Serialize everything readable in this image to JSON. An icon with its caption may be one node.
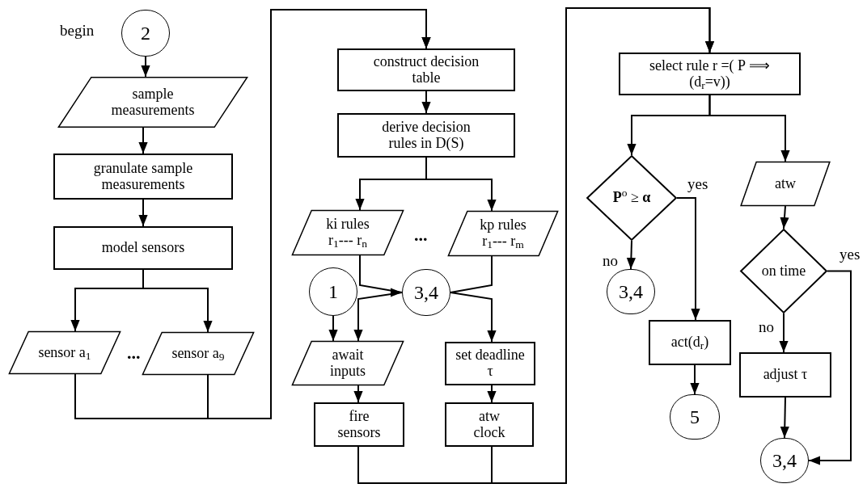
{
  "diagram": {
    "nodes": [
      {
        "text": [
          "2"
        ],
        "beside": [
          "begin"
        ]
      },
      {
        "text": [
          "sample measurements"
        ]
      },
      {
        "text": [
          "granulate sample measurements"
        ]
      },
      {
        "text": [
          "model sensors"
        ]
      },
      {
        "text": [
          "sensor a$_{1}$"
        ]
      },
      {
        "text": [
          "sensor a$_{9}$"
        ]
      },
      {
        "text": [
          "construct decision table"
        ]
      },
      {
        "text": [
          "derive decision rules in D(S)"
        ]
      },
      {
        "text": [
          "ki rules r$_{1}$--- r$_{n}$"
        ]
      },
      {
        "text": [
          "kp rules r$_{1}$--- r$_{m}$"
        ]
      },
      {
        "text": [
          "1"
        ]
      },
      {
        "text": [
          "3,4"
        ]
      },
      {
        "text": [
          "await inputs"
        ]
      },
      {
        "text": [
          "set deadline τ"
        ]
      },
      {
        "text": [
          "fire sensors"
        ]
      },
      {
        "text": [
          "atw clock"
        ]
      },
      {
        "text": [
          "select rule r =( P ⟹ (d$_{r}$=v))"
        ]
      },
      {
        "text": [
          "**P**$^{o}$ ≥ **α**"
        ]
      },
      {
        "text": [
          "atw"
        ]
      },
      {
        "text": [
          "3,4"
        ]
      },
      {
        "text": [
          "on time"
        ]
      },
      {
        "text": [
          "act(d$_{r}$)"
        ]
      },
      {
        "text": [
          "5"
        ]
      },
      {
        "text": [
          "adjust τ"
        ]
      },
      {
        "text": [
          "3,4"
        ]
      }
    ],
    "edges": [
      {
        "from": 0,
        "to": 1,
        "arrow": "to"
      },
      {
        "from": 1,
        "to": 2,
        "arrow": "to"
      },
      {
        "from": 2,
        "to": 3,
        "arrow": "to"
      },
      {
        "from": 3,
        "to": 4,
        "arrow": "to"
      },
      {
        "from": 3,
        "to": 5,
        "arrow": "to"
      },
      {
        "from": 4,
        "to": 6,
        "arrow": "to"
      },
      {
        "from": 5,
        "to": 6,
        "arrow": "to"
      },
      {
        "from": 6,
        "to": 7,
        "arrow": "to"
      },
      {
        "from": 7,
        "to": 8,
        "arrow": "to"
      },
      {
        "from": 7,
        "to": 9,
        "arrow": "to"
      },
      {
        "from": 8,
        "to": 11,
        "arrow": "to"
      },
      {
        "from": 9,
        "to": 11,
        "arrow": "to"
      },
      {
        "from": 11,
        "to": 12,
        "arrow": "to"
      },
      {
        "from": 11,
        "to": 13,
        "arrow": "to"
      },
      {
        "from": 10,
        "to": 12,
        "arrow": "to"
      },
      {
        "from": 12,
        "to": 14,
        "arrow": "to"
      },
      {
        "from": 13,
        "to": 15,
        "arrow": "to"
      },
      {
        "from": 14,
        "to": 16,
        "arrow": "to"
      },
      {
        "from": 15,
        "to": 16,
        "arrow": "to"
      },
      {
        "from": 16,
        "to": 17,
        "arrow": "to"
      },
      {
        "from": 16,
        "to": 18,
        "arrow": "to"
      },
      {
        "from": 17,
        "to": 19,
        "label": "no",
        "arrow": "to"
      },
      {
        "from": 17,
        "to": 21,
        "label": "yes",
        "arrow": "to"
      },
      {
        "from": 21,
        "to": 22,
        "arrow": "to"
      },
      {
        "from": 18,
        "to": 20,
        "arrow": "to"
      },
      {
        "from": 20,
        "to": 23,
        "label": "no",
        "arrow": "to"
      },
      {
        "from": 20,
        "to": 24,
        "label": "yes",
        "arrow": "to"
      },
      {
        "from": 23,
        "to": 24,
        "arrow": "to"
      }
    ],
    "labels": [
      "...",
      "..."
    ]
  }
}
